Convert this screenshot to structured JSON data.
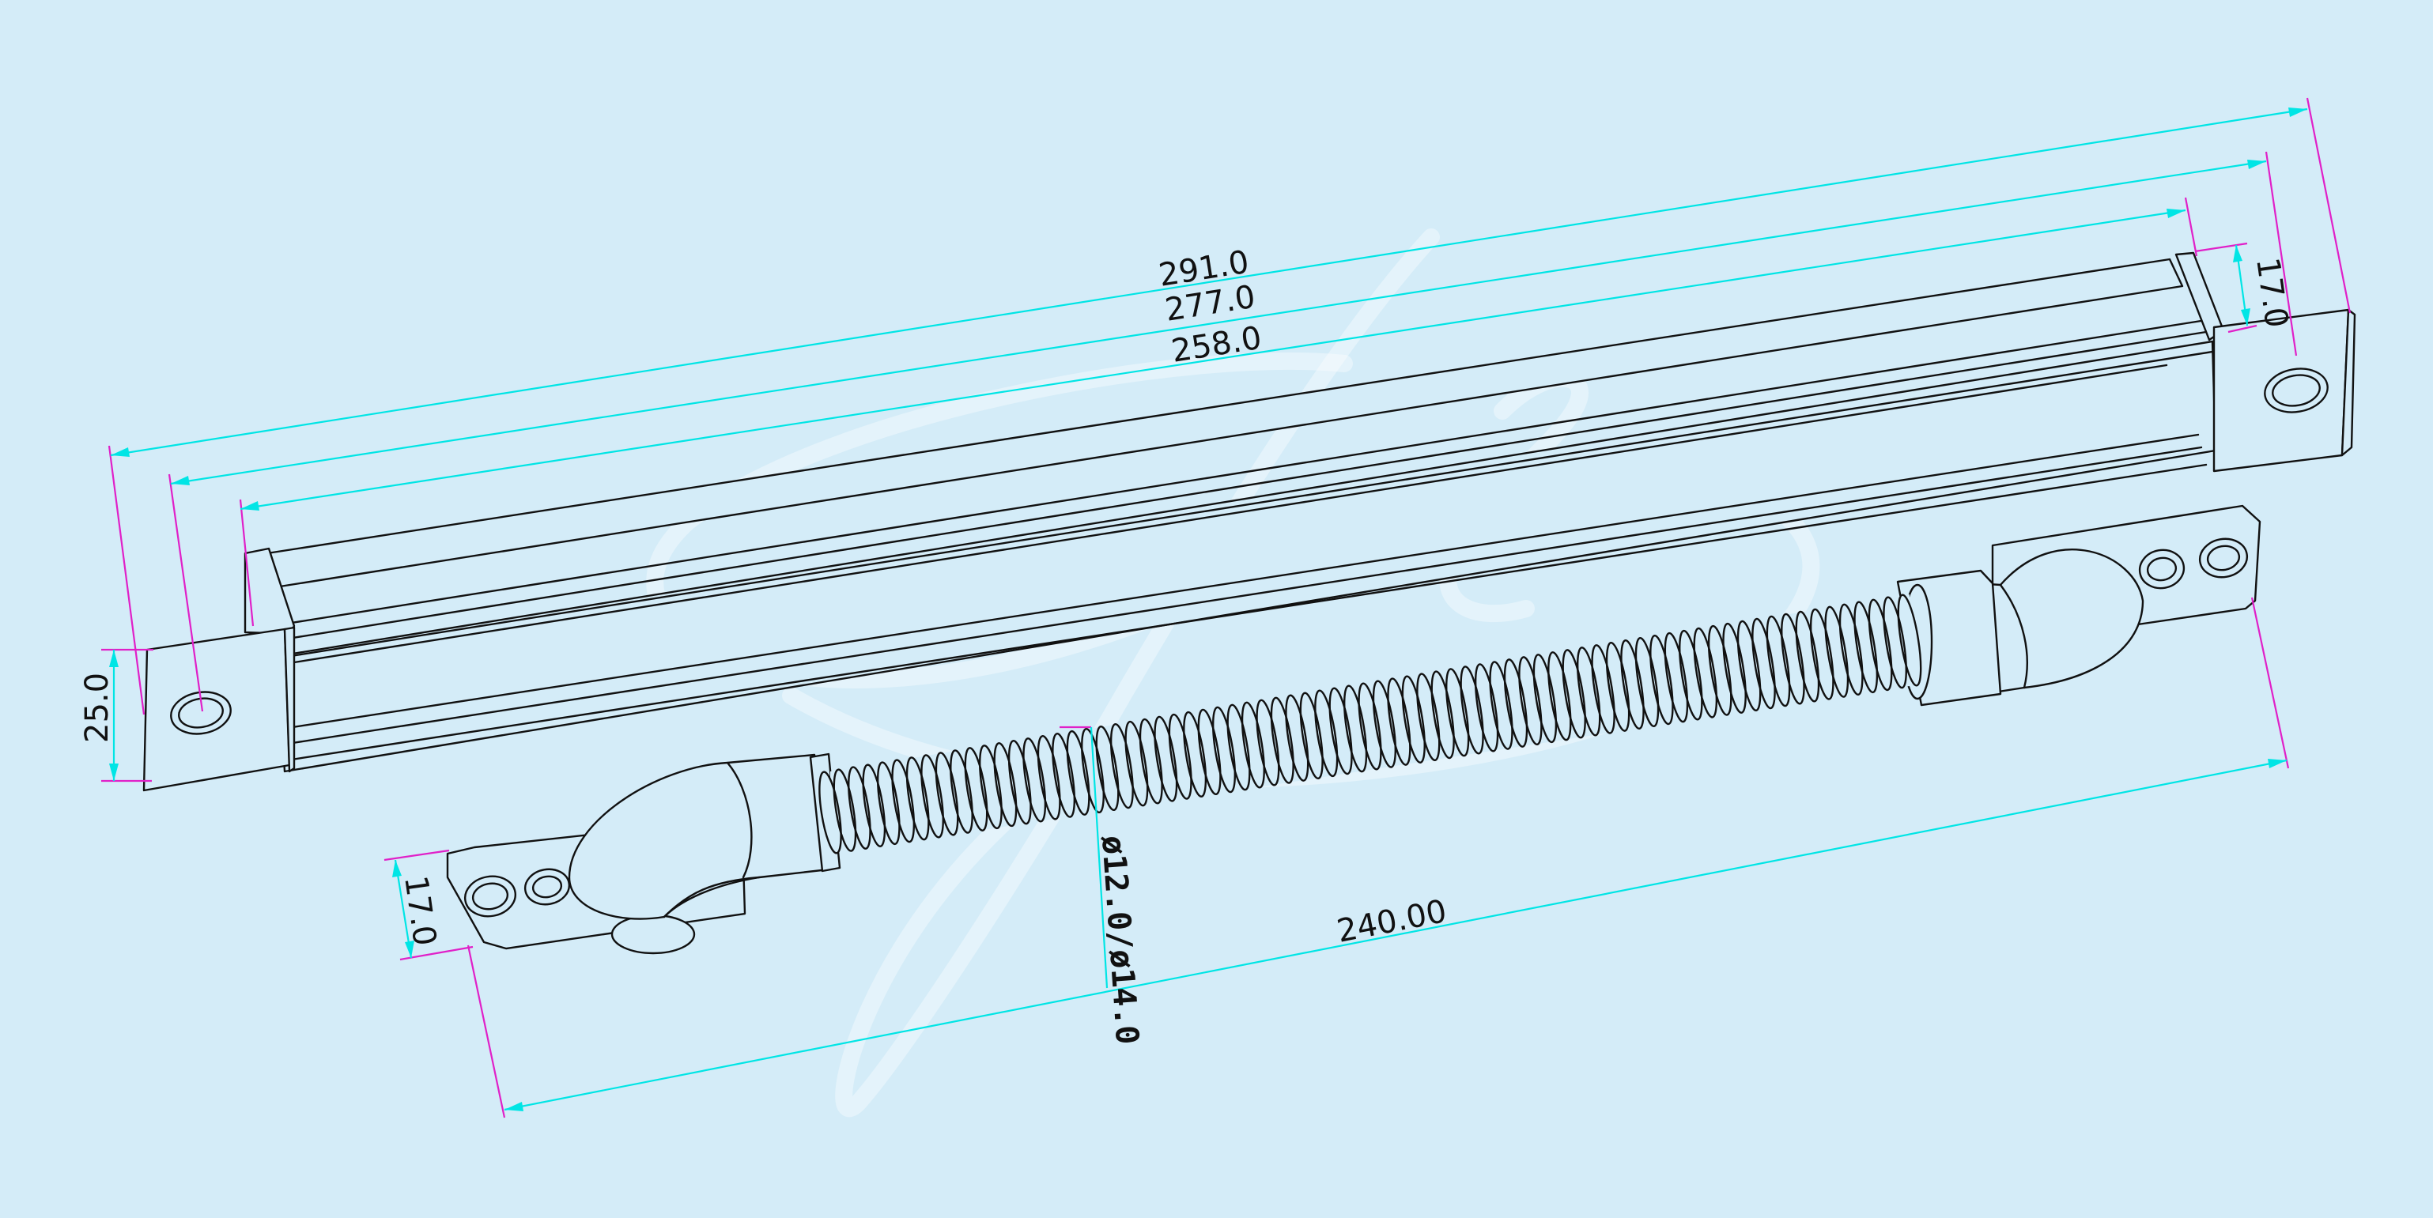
{
  "dimensions": {
    "overall_length": "291.0",
    "hole_spacing": "277.0",
    "inner_length": "258.0",
    "end_width": "17.0",
    "height": "25.0",
    "arm_end_width": "17.0",
    "arm_length": "240.00",
    "hose_diameter": "ø12.0/ø14.0"
  },
  "colors": {
    "background": "#d4ecf8",
    "dimension_line": "#00e5e5",
    "extension_line": "#e020c8",
    "outline": "#111111"
  }
}
